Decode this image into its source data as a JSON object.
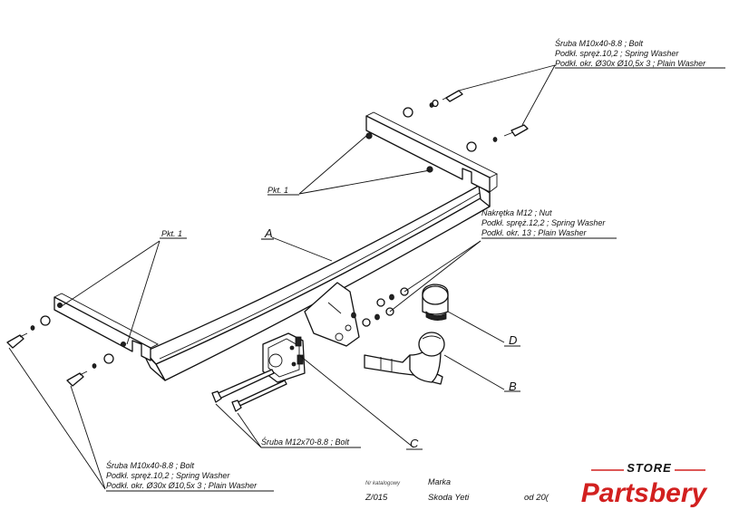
{
  "callouts": {
    "top_right": [
      "Śruba M10x40-8.8 ;  Bolt",
      "Podkł. spręż.10,2 ; Spring Washer",
      "Podkł. okr.  Ø30x Ø10,5x 3 ; Plain Washer"
    ],
    "nut_group": [
      "Nakrętka  M12 ; Nut",
      "Podkł. spręż.12,2 ; Spring Washer",
      "Podkł. okr. 13 ; Plain Washer"
    ],
    "bottom_left": [
      "Śruba M10x40-8.8 ;  Bolt",
      "Podkł. spręż.10,2 ; Spring Washer",
      "Podkł. okr.  Ø30x Ø10,5x 3 ; Plain Washer"
    ],
    "bolt_c": "Śruba M12x70-8.8 ;  Bolt",
    "pkt_upper": "Pkt. 1",
    "pkt_left": "Pkt. 1"
  },
  "part_letters": {
    "a": "A",
    "b": "B",
    "c": "C",
    "d": "D"
  },
  "title_block": {
    "catalog_label": "Nr katalogowy",
    "catalog_value": "Z/015",
    "make_label": "Marka",
    "make_value": "Skoda Yeti",
    "from_value": "od 20("
  },
  "watermark": {
    "store": "STORE",
    "brand": "Partsbery",
    "brand_color": "#d2201f"
  }
}
